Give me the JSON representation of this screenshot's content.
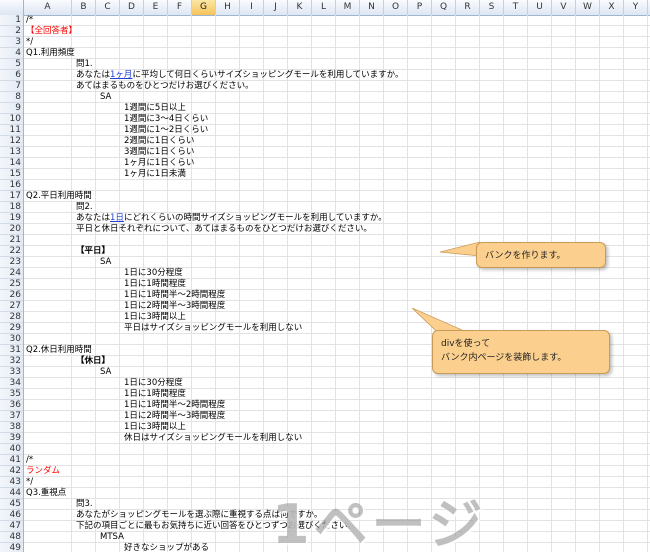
{
  "columns": [
    "A",
    "B",
    "C",
    "D",
    "E",
    "F",
    "G",
    "H",
    "I",
    "J",
    "K",
    "L",
    "M",
    "N",
    "O",
    "P",
    "Q",
    "R",
    "S",
    "T",
    "U",
    "V",
    "W",
    "X",
    "Y"
  ],
  "active_column": "G",
  "rows": [
    "1",
    "2",
    "3",
    "4",
    "5",
    "6",
    "7",
    "8",
    "9",
    "10",
    "11",
    "12",
    "13",
    "14",
    "15",
    "16",
    "17",
    "18",
    "19",
    "20",
    "21",
    "22",
    "23",
    "24",
    "25",
    "26",
    "27",
    "28",
    "29",
    "30",
    "31",
    "32",
    "33",
    "34",
    "35",
    "36",
    "37",
    "38",
    "39",
    "40",
    "41",
    "42",
    "43",
    "44",
    "45",
    "46",
    "47",
    "48",
    "49"
  ],
  "cells": {
    "r1": "/*",
    "r2": "【全回答者】",
    "r3": "*/",
    "r4": "Q1.利用頻度",
    "r5": "問1.",
    "r6a": "あなたは",
    "r6link": "1ヶ月",
    "r6b": "に平均して何日くらいサイズショッピングモールを利用していますか。",
    "r7": "あてはまるものをひとつだけお選びください。",
    "r8": "SA",
    "r9": "1週間に5日以上",
    "r10": "1週間に3～4日くらい",
    "r11": "1週間に1～2日くらい",
    "r12": "2週間に1日くらい",
    "r13": "3週間に1日くらい",
    "r14": "1ヶ月に1日くらい",
    "r15": "1ヶ月に1日未満",
    "r17": "Q2.平日利用時間",
    "r18": "問2.",
    "r19a": "あなたは",
    "r19link": "1日",
    "r19b": "にどれくらいの時間サイズショッピングモールを利用していますか。",
    "r20": "平日と休日それぞれについて、あてはまるものをひとつだけお選びください。",
    "r22": "【平日】",
    "r23": "SA",
    "r24": "1日に30分程度",
    "r25": "1日に1時間程度",
    "r26": "1日に1時間半～2時間程度",
    "r27": "1日に2時間半～3時間程度",
    "r28": "1日に3時間以上",
    "r29": "平日はサイズショッピングモールを利用しない",
    "r31": "Q2.休日利用時間",
    "r32": "【休日】",
    "r33": "SA",
    "r34": "1日に30分程度",
    "r35": "1日に1時間程度",
    "r36": "1日に1時間半～2時間程度",
    "r37": "1日に2時間半～3時間程度",
    "r38": "1日に3時間以上",
    "r39": "休日はサイズショッピングモールを利用しない",
    "r41": "/*",
    "r42": "ランダム",
    "r43": "*/",
    "r44": "Q3.重視点",
    "r45": "問3.",
    "r46": "あなたがショッピングモールを選ぶ際に重視する点は何ですか。",
    "r47": "下記の項目ごとに最もお気持ちに近い回答をひとつずつお選びください。",
    "r48": "MTSA",
    "r49": "好きなショップがある"
  },
  "callouts": {
    "c1": "バンクを作ります。",
    "c2_line1": "divを使って",
    "c2_line2": "バンク内ページを装飾します。"
  },
  "watermark": "1ページ",
  "colors": {
    "red": "#ff0000",
    "link": "#1f3fd6",
    "callout": "#fbcf8e"
  }
}
